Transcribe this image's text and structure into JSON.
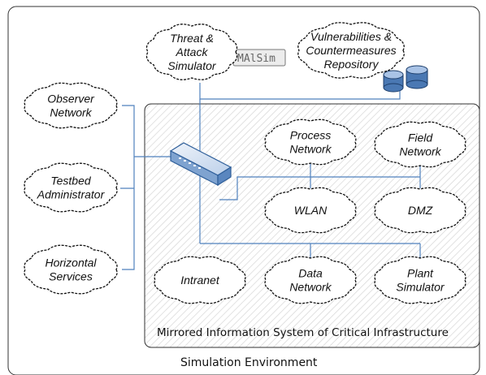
{
  "environment": {
    "label": "Simulation Environment",
    "mirrored_label": "Mirrored Information System of Critical Infrastructure"
  },
  "external_clouds": {
    "threat": [
      "Threat &",
      "Attack",
      "Simulator"
    ],
    "vuln": [
      "Vulnerabilities &",
      "Countermeasures",
      "Repository"
    ],
    "observer": [
      "Observer",
      "Network"
    ],
    "testbed": [
      "Testbed",
      "Administrator"
    ],
    "horizontal": [
      "Horizontal",
      "Services"
    ]
  },
  "tool_tag": "MAlSim",
  "internal_clouds": {
    "process": [
      "Process",
      "Network"
    ],
    "field": [
      "Field",
      "Network"
    ],
    "wlan": [
      "WLAN"
    ],
    "dmz": [
      "DMZ"
    ],
    "intranet": [
      "Intranet"
    ],
    "data": [
      "Data",
      "Network"
    ],
    "plant": [
      "Plant",
      "Simulator"
    ]
  },
  "colors": {
    "link": "#4f81bd",
    "switch_fill": "#dbe6f3",
    "database_fill": "#4a78b3",
    "hatch": "#d6d6d6"
  }
}
